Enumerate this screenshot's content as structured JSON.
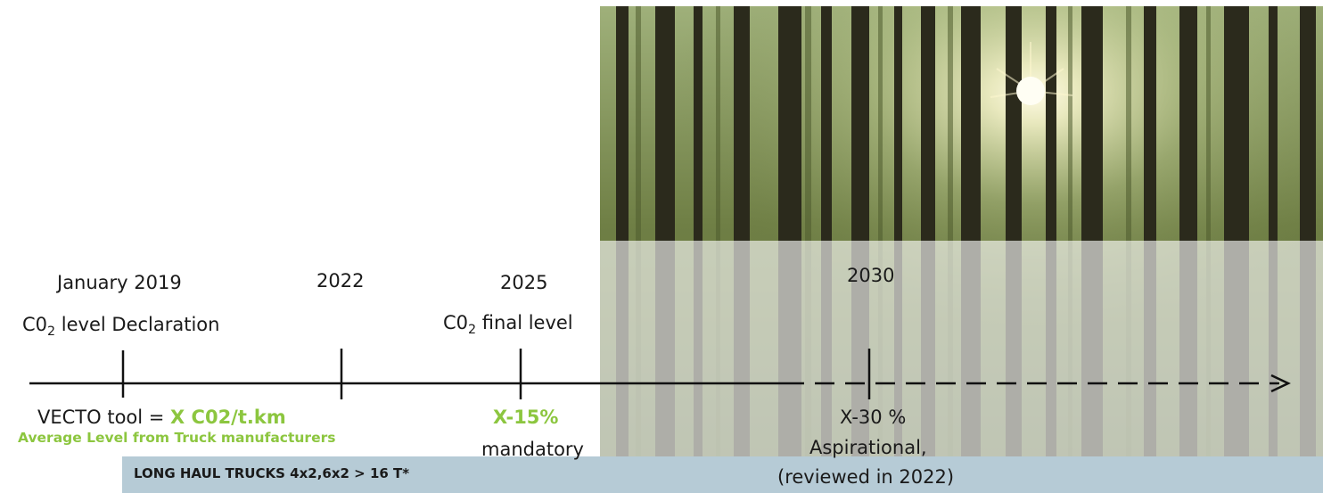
{
  "milestones": {
    "m2019": {
      "year": "January 2019",
      "label_prefix": "C0",
      "label_sub": "2",
      "label_suffix": " level Declaration"
    },
    "m2022": {
      "year": "2022"
    },
    "m2025": {
      "year": "2025",
      "label_prefix": "C0",
      "label_sub": "2",
      "label_suffix": " final level"
    },
    "m2030": {
      "year": "2030"
    }
  },
  "below": {
    "vecto_prefix": "VECTO tool = ",
    "vecto_value": "X C02/t.km",
    "average_level": "Average Level from Truck manufacturers",
    "target_2025": "X-15%",
    "target_2025_note": "mandatory",
    "target_2030": "X-30 %",
    "target_2030_note": "Aspirational,",
    "target_2030_review": "(reviewed in 2022)"
  },
  "band": {
    "label": "LONG HAUL TRUCKS 4x2,6x2 > 16 T*"
  },
  "colors": {
    "accent_green": "#8cc63f",
    "band_blue": "#b6cbd6",
    "forest_dark": "#2f3a1e"
  }
}
